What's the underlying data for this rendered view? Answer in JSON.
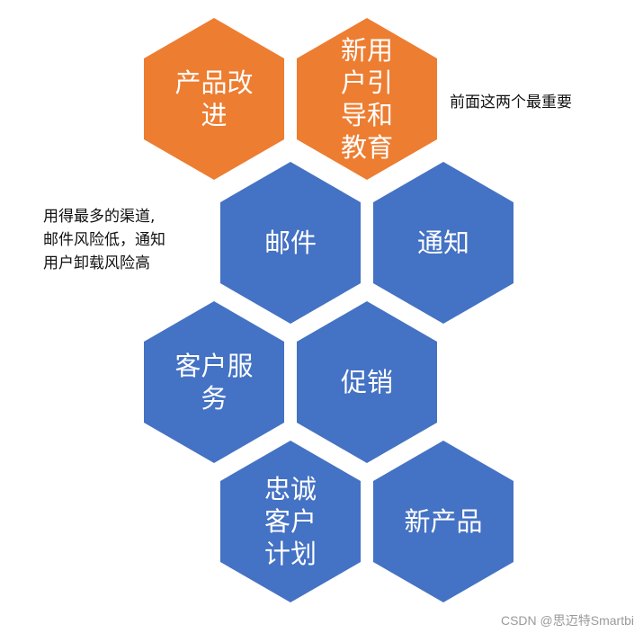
{
  "hexagons": [
    {
      "label": "产品改\n进",
      "color": "#ed7d31"
    },
    {
      "label": "新用\n户引\n导和\n教育",
      "color": "#ed7d31"
    },
    {
      "label": "邮件",
      "color": "#4472c4"
    },
    {
      "label": "通知",
      "color": "#4472c4"
    },
    {
      "label": "客户服\n务",
      "color": "#4472c4"
    },
    {
      "label": "促销",
      "color": "#4472c4"
    },
    {
      "label": "忠诚\n客户\n计划",
      "color": "#4472c4"
    },
    {
      "label": "新产品",
      "color": "#4472c4"
    }
  ],
  "annotations": {
    "top_note": "前面这两个最重要",
    "email_note": "用得最多的渠道,\n邮件风险低，通知\n用户卸载风险高"
  },
  "watermark": "CSDN @思迈特Smartbi"
}
